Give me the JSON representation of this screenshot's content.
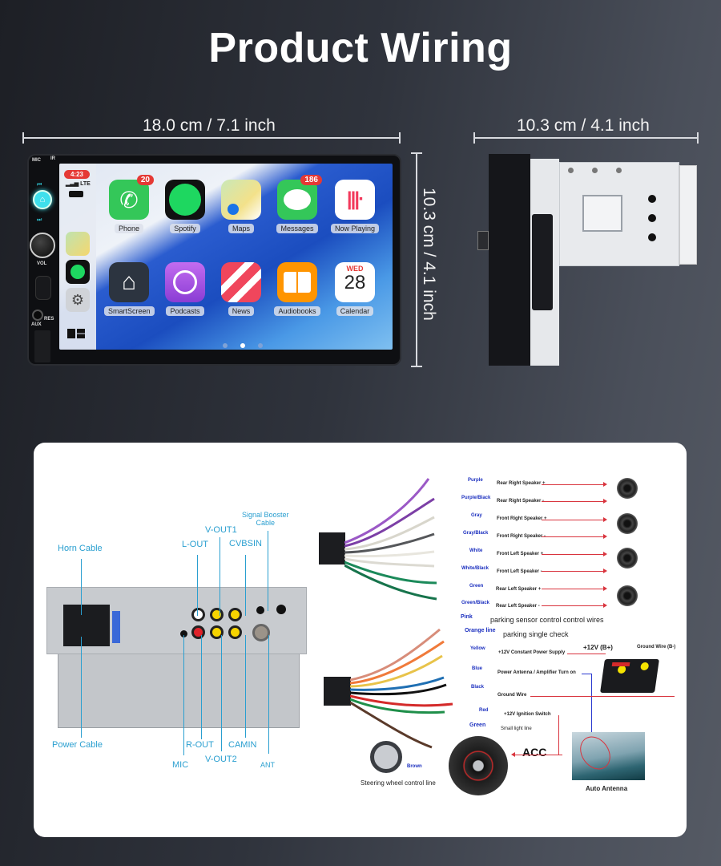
{
  "title": "Product Wiring",
  "dimensions": {
    "front_width": "18.0 cm / 7.1 inch",
    "front_height": "10.3 cm / 4.1 inch",
    "side_depth": "10.3 cm / 4.1 inch"
  },
  "head_unit": {
    "side_labels": {
      "mic": "MIC",
      "ir": "IR",
      "vol": "VOL",
      "aux": "AUX",
      "res": "RES"
    },
    "status": {
      "time": "4:23",
      "network": "LTE"
    },
    "apps_row1": [
      {
        "label": "Phone",
        "badge": "20",
        "color": "#34c759"
      },
      {
        "label": "Spotify",
        "badge": "",
        "color": "#111111"
      },
      {
        "label": "Maps",
        "badge": "",
        "color": "#bfe3b0"
      },
      {
        "label": "Messages",
        "badge": "186",
        "color": "#34c759"
      },
      {
        "label": "Now Playing",
        "badge": "",
        "color": "#ffffff"
      }
    ],
    "apps_row2": [
      {
        "label": "SmartScreen",
        "color": "#2c3440"
      },
      {
        "label": "Podcasts",
        "color": "#a45ce0"
      },
      {
        "label": "News",
        "color": "#ffffff"
      },
      {
        "label": "Audiobooks",
        "color": "#ff9500"
      },
      {
        "label": "Calendar",
        "color": "#ffffff",
        "day": "WED",
        "date": "28"
      }
    ],
    "page_dots": 3,
    "active_page": 2
  },
  "rear_panel": {
    "labels": {
      "horn_cable": "Horn Cable",
      "power_cable": "Power Cable",
      "l_out": "L-OUT",
      "v_out1": "V-OUT1",
      "cvbsin": "CVBSIN",
      "signal_booster": "Signal Booster\nCable",
      "r_out": "R-OUT",
      "v_out2": "V-OUT2",
      "camin": "CAMIN",
      "mic": "MIC",
      "ant": "ANT"
    }
  },
  "speaker_harness": [
    {
      "wire": "Purple",
      "function": "Rear Right Speaker +"
    },
    {
      "wire": "Purple/Black",
      "function": "Rear Right Speaker -"
    },
    {
      "wire": "Gray",
      "function": "Front Right Speaker +"
    },
    {
      "wire": "Gray/Black",
      "function": "Front Right Speaker -"
    },
    {
      "wire": "White",
      "function": "Front Left Speaker +"
    },
    {
      "wire": "White/Black",
      "function": "Front Left Speaker -"
    },
    {
      "wire": "Green",
      "function": "Rear Left Speaker +"
    },
    {
      "wire": "Green/Black",
      "function": "Rear Left Speaker -"
    }
  ],
  "power_harness": [
    {
      "wire": "Pink",
      "function": "parking sensor control control wires"
    },
    {
      "wire": "Orange line",
      "function": "parking single check"
    },
    {
      "wire": "Yellow",
      "function": "+12V Constant Power Supply"
    },
    {
      "wire": "Blue",
      "function": "Power Antenna / Amplifier Turn on"
    },
    {
      "wire": "Black",
      "function": "Ground Wire"
    },
    {
      "wire": "Red",
      "function": "+12V  Ignition Switch"
    },
    {
      "wire": "Green",
      "function": "Small light line"
    },
    {
      "wire": "Brown",
      "function": "Steering wheel control line"
    }
  ],
  "battery": {
    "positive": "+12V  (B+)",
    "negative": "Ground Wire (B-)"
  },
  "acc_label": "ACC",
  "antenna_label": "Auto Antenna",
  "colors": {
    "callout": "#2a9fd0",
    "wire_label": "#1b2fbf",
    "arrow": "#d9343e",
    "panel_bg": "#ffffff"
  }
}
